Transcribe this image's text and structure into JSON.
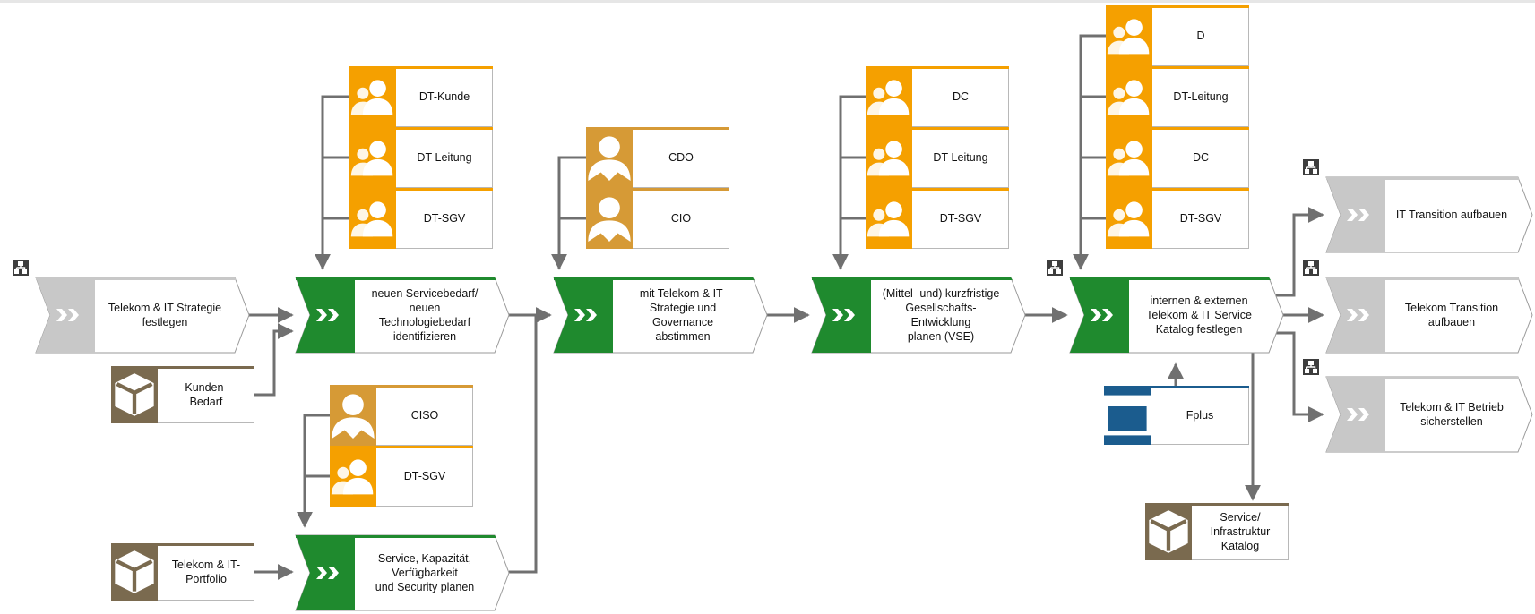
{
  "diagram": {
    "processes": [
      {
        "id": "p_strategy",
        "kind": "interface",
        "label": "Telekom & IT Strategie\nfestlegen"
      },
      {
        "id": "p_identify",
        "kind": "process",
        "label": "neuen Servicebedarf/\nneuen\nTechnologiebedarf\nidentifizieren"
      },
      {
        "id": "p_plan",
        "kind": "process",
        "label": "Service, Kapazität,\nVerfügbarkeit\nund Security planen"
      },
      {
        "id": "p_align",
        "kind": "process",
        "label": "mit Telekom & IT-\nStrategie und\nGovernance\nabstimmen"
      },
      {
        "id": "p_vse",
        "kind": "process",
        "label": "(Mittel- und) kurzfristige\nGesellschafts-\nEntwicklung\nplanen (VSE)"
      },
      {
        "id": "p_catalog",
        "kind": "process",
        "label": "internen & externen\nTelekom & IT Service\nKatalog festlegen"
      },
      {
        "id": "p_transition_it",
        "kind": "interface",
        "label": "IT Transition aufbauen"
      },
      {
        "id": "p_transition_tk",
        "kind": "interface",
        "label": "Telekom Transition\naufbauen"
      },
      {
        "id": "p_betrieb",
        "kind": "interface",
        "label": "Telekom & IT Betrieb\nsicherstellen"
      }
    ],
    "roles": [
      {
        "id": "r1",
        "kind": "group",
        "label": "DT-Kunde"
      },
      {
        "id": "r2",
        "kind": "group",
        "label": "DT-Leitung"
      },
      {
        "id": "r3",
        "kind": "group",
        "label": "DT-SGV"
      },
      {
        "id": "r4",
        "kind": "person",
        "label": "CDO"
      },
      {
        "id": "r5",
        "kind": "person",
        "label": "CIO"
      },
      {
        "id": "r6",
        "kind": "person",
        "label": "CISO"
      },
      {
        "id": "r7",
        "kind": "group",
        "label": "DT-SGV"
      },
      {
        "id": "r8",
        "kind": "group",
        "label": "DC"
      },
      {
        "id": "r9",
        "kind": "group",
        "label": "DT-Leitung"
      },
      {
        "id": "r10",
        "kind": "group",
        "label": "DT-SGV"
      },
      {
        "id": "r11",
        "kind": "group",
        "label": "D"
      },
      {
        "id": "r12",
        "kind": "group",
        "label": "DT-Leitung"
      },
      {
        "id": "r13",
        "kind": "group",
        "label": "DC"
      },
      {
        "id": "r14",
        "kind": "group",
        "label": "DT-SGV"
      }
    ],
    "objects": [
      {
        "id": "o_bedarf",
        "kind": "data",
        "label": "Kunden-\nBedarf"
      },
      {
        "id": "o_portfolio",
        "kind": "data",
        "label": "Telekom & IT-\nPortfolio"
      },
      {
        "id": "o_katalog",
        "kind": "data",
        "label": "Service/\nInfrastruktur\nKatalog"
      },
      {
        "id": "o_fplus",
        "kind": "system",
        "label": "Fplus"
      }
    ],
    "colors": {
      "process_green": "#1f8a2e",
      "interface_grey": "#c8c8c8",
      "role_orange": "#f5a000",
      "role_person": "#d69a36",
      "data_brown": "#7a6a4f",
      "system_blue": "#1b5c8e",
      "connector": "#707070"
    },
    "icons": {
      "process": "double-chevron-icon",
      "group_role": "people-group-icon",
      "person_role": "person-icon",
      "data": "cube-icon",
      "system": "window-icon",
      "interface_marker": "org-structure-icon"
    }
  }
}
